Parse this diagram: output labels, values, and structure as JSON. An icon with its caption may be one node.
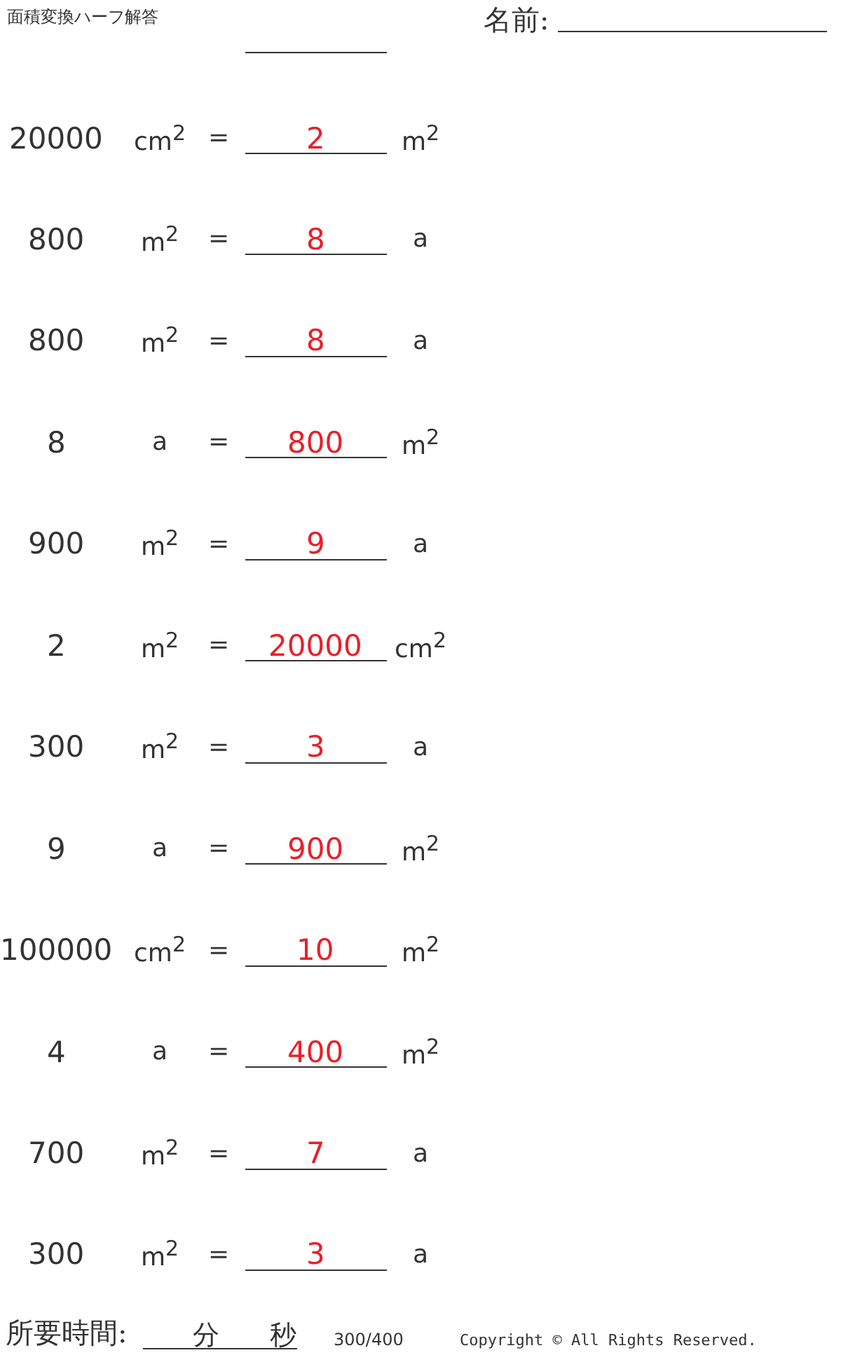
{
  "diagram": {
    "title": "面積変換ハーフ解答",
    "labels": [
      "名前:",
      "20000",
      "cm$^{2}$",
      "=",
      "2",
      "m$^{2}$",
      "800",
      "m$^{2}$",
      "=",
      "8",
      "a",
      "800",
      "m$^{2}$",
      "=",
      "8",
      "a",
      "8",
      "a",
      "=",
      "800",
      "m$^{2}$",
      "900",
      "m$^{2}$",
      "=",
      "9",
      "a",
      "2",
      "m$^{2}$",
      "=",
      "20000",
      "cm$^{2}$",
      "300",
      "m$^{2}$",
      "=",
      "3",
      "a",
      "9",
      "a",
      "=",
      "900",
      "m$^{2}$",
      "100000",
      "cm$^{2}$",
      "=",
      "10",
      "m$^{2}$",
      "4",
      "a",
      "=",
      "400",
      "m$^{2}$",
      "700",
      "m$^{2}$",
      "=",
      "7",
      "a",
      "300",
      "m$^{2}$",
      "=",
      "3",
      "a",
      "所要時間:",
      "分",
      "秒",
      "300/400",
      "Copyright © All Rights Reserved."
    ]
  }
}
